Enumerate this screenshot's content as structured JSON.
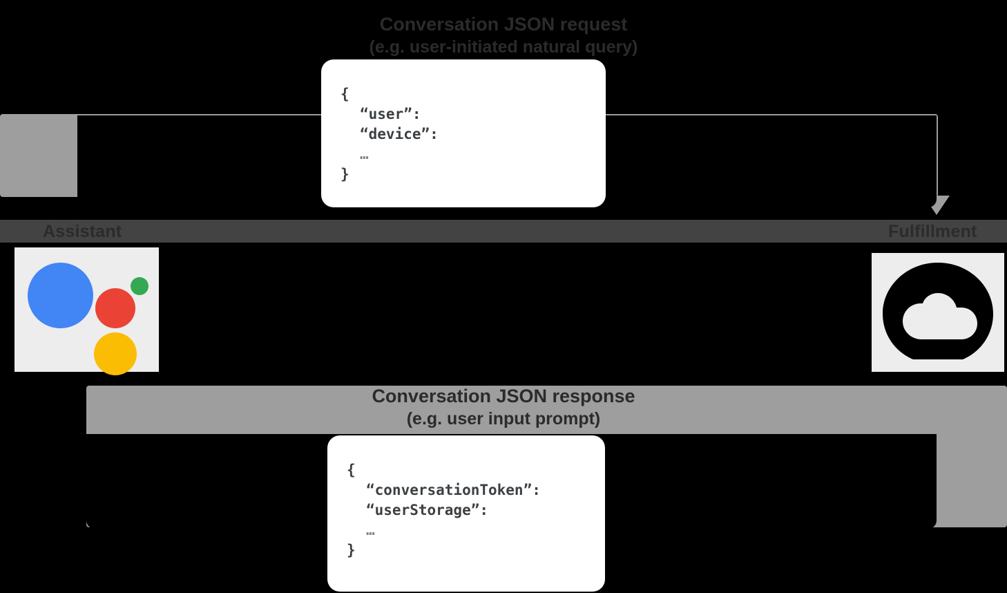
{
  "diagram": {
    "title": "Google Assistant conversation request/response flow",
    "colors": {
      "background": "#000000",
      "band": "#9e9e9e",
      "divider_bar": "#434343",
      "card": "#ffffff",
      "text_dark": "#2b2b2b",
      "code_text": "#3c4043",
      "assistant_blue": "#4285f4",
      "assistant_red": "#ea4335",
      "assistant_green": "#34a853",
      "assistant_yellow": "#fbbc04"
    }
  },
  "lanes": {
    "assistant_label": "Assistant",
    "fulfillment_label": "Fulfillment"
  },
  "endpoints": {
    "assistant": {
      "icon": "google-assistant-icon"
    },
    "fulfillment": {
      "icon": "cloud-icon"
    }
  },
  "request_flow": {
    "title": "Conversation JSON request",
    "subtitle": "(e.g. user-initiated natural query)",
    "direction": "assistant-to-fulfillment",
    "arrow": "arrow-down-icon",
    "payload": {
      "open_brace": "{",
      "fields": [
        "“user”:",
        "“device”:"
      ],
      "ellipsis": "…",
      "close_brace": "}"
    }
  },
  "response_flow": {
    "title": "Conversation JSON response",
    "subtitle": "(e.g. user input prompt)",
    "direction": "fulfillment-to-assistant",
    "arrow": "arrow-up-icon",
    "payload": {
      "open_brace": "{",
      "fields": [
        "“conversationToken”:",
        "“userStorage”:"
      ],
      "ellipsis": "…",
      "close_brace": "}"
    }
  }
}
